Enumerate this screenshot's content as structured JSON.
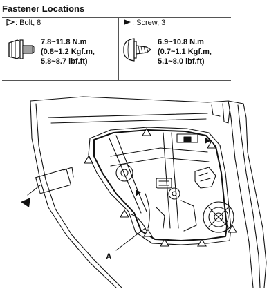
{
  "title": "Fastener Locations",
  "fasteners": [
    {
      "symbol": "open-triangle-icon",
      "label": ": Bolt, 8",
      "torque": [
        "7.8~11.8 N.m",
        "(0.8~1.2 Kgf.m,",
        "5.8~8.7 lbf.ft)"
      ]
    },
    {
      "symbol": "filled-triangle-icon",
      "label": ": Screw, 3",
      "torque": [
        "6.9~10.8 N.m",
        "(0.7~1.1 Kgf.m,",
        "5.1~8.0 lbf.ft)"
      ]
    }
  ],
  "diagram": {
    "callout": "A"
  },
  "colors": {
    "line": "#111111",
    "border": "#555555",
    "background": "#ffffff"
  }
}
